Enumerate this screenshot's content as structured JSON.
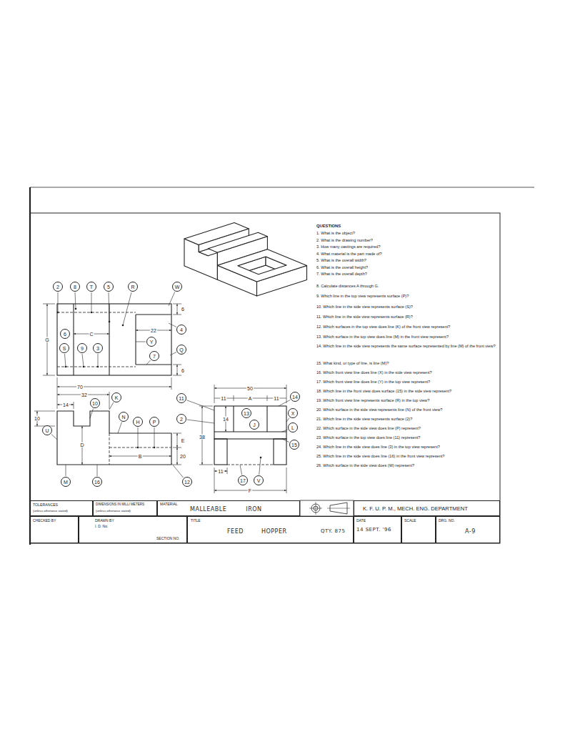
{
  "diagram": {
    "nodes": [
      {
        "text": [
          "2"
        ]
      },
      {
        "text": [
          "8"
        ]
      },
      {
        "text": [
          "T"
        ]
      },
      {
        "text": [
          "5"
        ]
      },
      {
        "text": [
          "R"
        ]
      },
      {
        "text": [
          "W"
        ]
      },
      {
        "text": [
          "4"
        ]
      },
      {
        "text": [
          "6"
        ]
      },
      {
        "text": [
          "Y"
        ]
      },
      {
        "text": [
          "S"
        ]
      },
      {
        "text": [
          "9"
        ]
      },
      {
        "text": [
          "3"
        ]
      },
      {
        "text": [
          "Q"
        ]
      },
      {
        "text": [
          "7"
        ]
      },
      {
        "text": [
          "K"
        ]
      },
      {
        "text": [
          "11"
        ]
      },
      {
        "text": [
          "14"
        ]
      },
      {
        "text": [
          "10"
        ]
      },
      {
        "text": [
          "13"
        ]
      },
      {
        "text": [
          "X"
        ]
      },
      {
        "text": [
          "N"
        ]
      },
      {
        "text": [
          "2"
        ]
      },
      {
        "text": [
          "J"
        ]
      },
      {
        "text": [
          "H"
        ]
      },
      {
        "text": [
          "P"
        ]
      },
      {
        "text": [
          "U"
        ]
      },
      {
        "text": [
          "L"
        ]
      },
      {
        "text": [
          "15"
        ]
      },
      {
        "text": [
          "17"
        ]
      },
      {
        "text": [
          "V"
        ]
      },
      {
        "text": [
          "M"
        ]
      },
      {
        "text": [
          "16"
        ]
      },
      {
        "text": [
          "12"
        ]
      },
      {
        "text": [
          "TOLERANCES",
          "(unless otherwise stated)"
        ]
      },
      {
        "text": [
          "DIMENSIONS IN MILLI METERS",
          "(unless otherwise stated)"
        ]
      },
      {
        "text": [
          "MATERIAL",
          "MALLEABLE IRON"
        ]
      },
      {
        "text": [
          "K. F. U. P. M., MECH. ENG. DEPARTMENT"
        ]
      },
      {
        "text": [
          "CHECKED BY"
        ]
      },
      {
        "text": [
          "DRAWN BY",
          "I. D. No.",
          "SECTION NO."
        ]
      },
      {
        "text": [
          "TITLE",
          "FEED HOPPER",
          "QTY. 875"
        ]
      },
      {
        "text": [
          "DATE",
          "14 SEPT. '96"
        ]
      },
      {
        "text": [
          "SCALE"
        ]
      },
      {
        "text": [
          "DRG. NO.",
          "A-9"
        ]
      }
    ],
    "labels": [
      "6",
      "22",
      "C",
      "G",
      "6",
      "70",
      "32",
      "14",
      "10",
      "D",
      "B",
      "E",
      "20",
      "50",
      "11",
      "A",
      "11",
      "14",
      "38",
      "11",
      "F",
      "QUESTIONS",
      "1. What is the object?",
      "2. What is the drawing number?",
      "3. How many castings are required?",
      "4. What material is the part made of?",
      "5. What is the overall width?",
      "6. What is the overall height?",
      "7. What is the overall depth?",
      "8. Calculate distances A through G.",
      "9. Which line in the top view represents surface (P)?",
      "10. Which line in the side view represents surface (S)?",
      "11. Which line in the side view represents surface (R)?",
      "12. Which surfaces in the top view does line (K) of the front view represent?",
      "13. Which surface in the top view does line (M) in the front view represent?",
      "14. Which line in the side view represents the same surface represented by line (M) of the front view?",
      "15. What kind, or type of line, is line (M)?",
      "16. Which front view line does line (X) in the side view represent?",
      "17. Which front view line does line (Y) in the top view represent?",
      "18. Which line in the front view does surface (15) in the side view represent?",
      "19. Which front view line represents surface (R) in the top view?",
      "20. Which surface in the side view represents line (N) of the front view?",
      "21. Which line in the side view represents surface (2)?",
      "22. Which surface in the side view does line (P) represent?",
      "23. Which surface in the top view does line (11) represent?",
      "24. Which line in the side view does line (3) in the top view represent?",
      "25. Which line in the side view does line (16) in the front view represent?",
      "26. Which surface in the side view does (W) represent?"
    ]
  }
}
